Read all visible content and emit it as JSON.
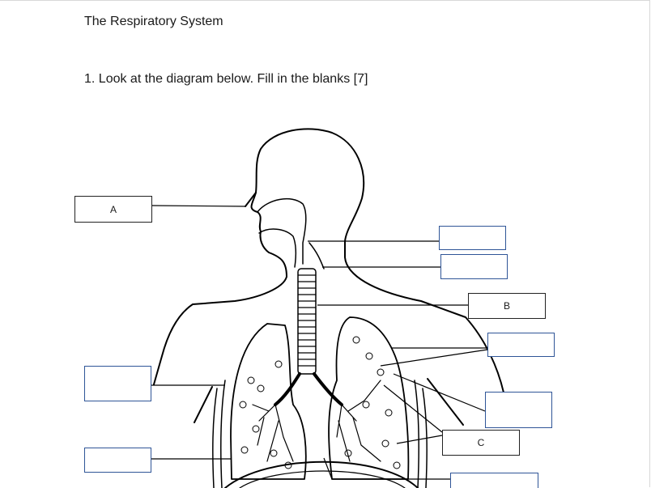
{
  "document": {
    "title": "The Respiratory System",
    "question": "1. Look at the diagram below. Fill in the blanks [7]"
  },
  "labels": [
    {
      "id": "A",
      "text": "A"
    },
    {
      "id": "B",
      "text": "B"
    },
    {
      "id": "C",
      "text": "C"
    }
  ],
  "blank_answers": [
    "",
    "",
    "",
    "",
    "",
    "",
    ""
  ],
  "colors": {
    "answer_box_border": "#2f5597",
    "label_box_border": "#222222",
    "line": "#000000"
  }
}
